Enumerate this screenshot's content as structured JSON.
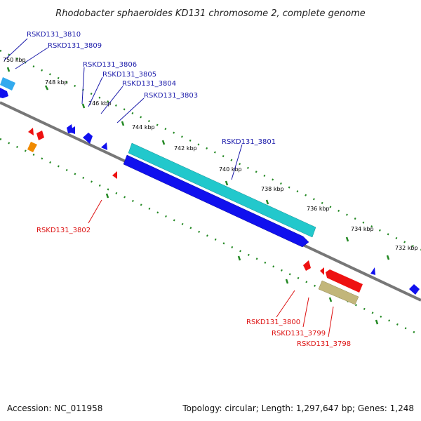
{
  "title": "Rhodobacter sphaeroides KD131 chromosome 2, complete genome",
  "accession": "Accession: NC_011958",
  "topology": "Topology: circular; Length: 1,297,647 bp; Genes: 1,248",
  "colors": {
    "backbone": "#777777",
    "tick": "#228822",
    "plus_label": "#1a1aaa",
    "minus_label": "#dd1111",
    "gene_blue": "#1010ee",
    "gene_cyan": "#22c8cc",
    "gene_red": "#ee1111",
    "gene_orange": "#f08a00",
    "gene_khaki": "#c2b67a",
    "gene_lightblue": "#33aaee"
  },
  "ticks": [
    "750 kbp",
    "748 kbp",
    "746 kbp",
    "744 kbp",
    "742 kbp",
    "740 kbp",
    "738 kbp",
    "736 kbp",
    "734 kbp",
    "732 kbp"
  ],
  "genes_top": [
    "RSKD131_3810",
    "RSKD131_3809",
    "RSKD131_3806",
    "RSKD131_3805",
    "RSKD131_3804",
    "RSKD131_3803",
    "RSKD131_3801"
  ],
  "genes_bottom": [
    "RSKD131_3802",
    "RSKD131_3800",
    "RSKD131_3799",
    "RSKD131_3798"
  ]
}
